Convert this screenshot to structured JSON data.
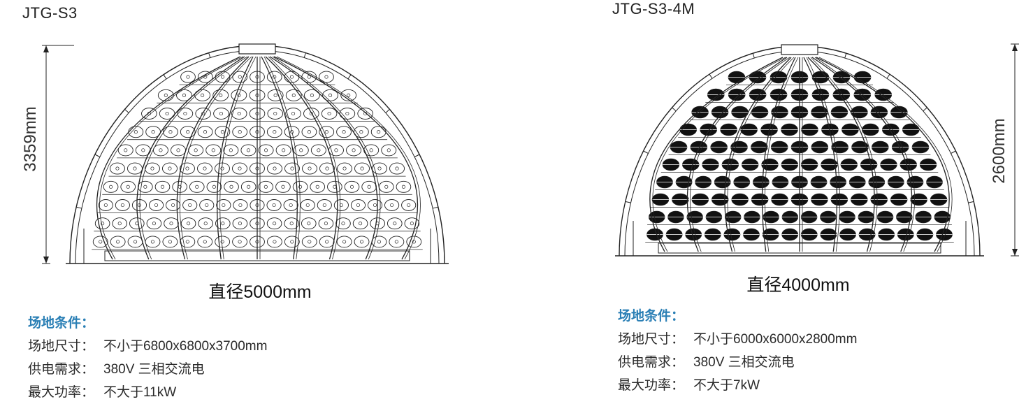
{
  "models": [
    {
      "title": "JTG-S3",
      "height_label": "3359mm",
      "diameter_label": "直径5000mm",
      "conditions_heading": "场地条件：",
      "conditions": [
        {
          "label": "场地尺寸：",
          "value": "不小于6800x6800x3700mm"
        },
        {
          "label": "供电需求：",
          "value": "380V 三相交流电"
        },
        {
          "label": "最大功率：",
          "value": "不大于11kW"
        }
      ]
    },
    {
      "title": "JTG-S3-4M",
      "height_label": "2600mm",
      "diameter_label": "直径4000mm",
      "conditions_heading": "场地条件：",
      "conditions": [
        {
          "label": "场地尺寸：",
          "value": "不小于6000x6000x2800mm"
        },
        {
          "label": "供电需求：",
          "value": "380V 三相交流电"
        },
        {
          "label": "最大功率：",
          "value": "不大于7kW"
        }
      ]
    }
  ]
}
